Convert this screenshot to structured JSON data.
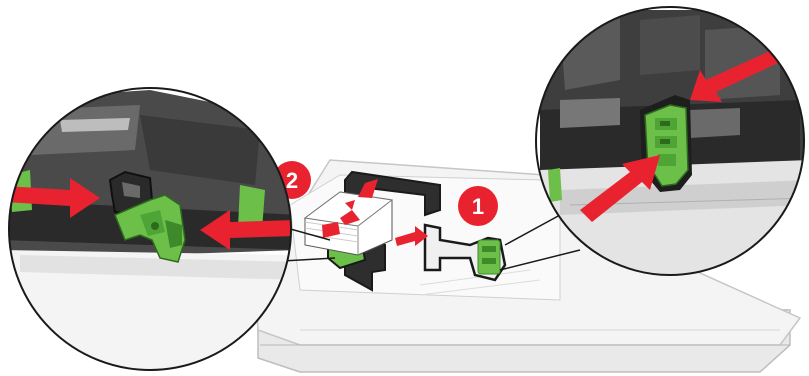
{
  "steps": [
    {
      "number": "1",
      "color": "#e8232f"
    },
    {
      "number": "2",
      "color": "#e8232f"
    }
  ],
  "colors": {
    "arrow": "#e8232f",
    "guide": "#6cc04a",
    "guide_dark": "#3e8a2a",
    "tray": "#f2f2f2",
    "tray_edge": "#c8c8c8",
    "interior": "#3a3a3a",
    "outline": "#1a1a1a"
  },
  "icons": {
    "left_callout": "zoom-callout-width-guide",
    "right_callout": "zoom-callout-length-guide",
    "paper": "paper-stack-icon"
  }
}
